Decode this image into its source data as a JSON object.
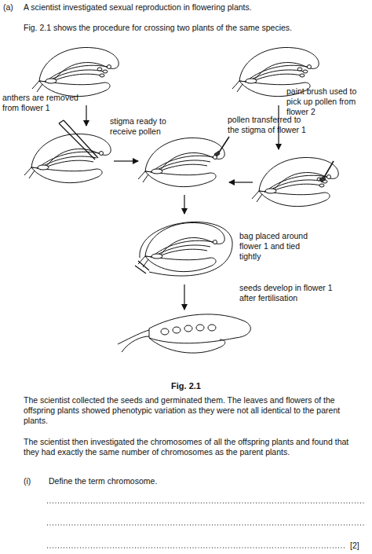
{
  "diagram": {
    "caption": "Fig. 2.1",
    "labels": [
      "(a)",
      "A scientist investigated sexual reproduction in flowering plants.",
      "Fig. 2.1 shows the procedure for crossing two plants of the same species.",
      "anthers are removed from flower 1",
      "paint brush used to pick up pollen from flower 2",
      "stigma ready to receive pollen",
      "pollen transferred to the stigma of flower 1",
      "bag placed around flower 1 and tied tightly",
      "seeds develop in flower 1 after fertilisation",
      "The scientist collected the seeds and germinated them. The leaves and flowers of the offspring plants showed phenotypic variation as they were not all identical to the parent plants.",
      "The scientist then investigated the chromosomes of all the offspring plants and found that they had exactly the same number of chromosomes as the parent plants.",
      "(i)",
      "Define the term chromosome.",
      "[2]"
    ]
  }
}
